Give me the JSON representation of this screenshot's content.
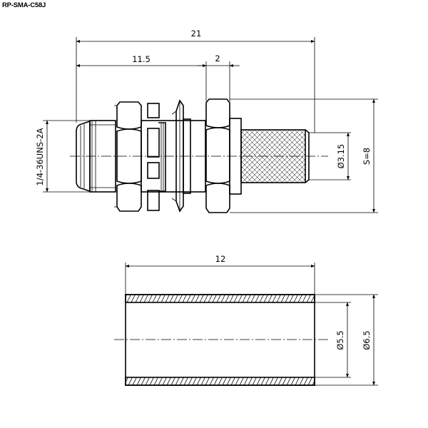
{
  "title": "RP-SMA-C58J",
  "connector_view": {
    "overall_length": "21",
    "body_length": "11.5",
    "nut_width": "2",
    "thread": "1/4-36UNS-2A",
    "crimp_diameter": "Ø3.15",
    "hex_size": "S=8"
  },
  "ferrule_view": {
    "length": "12",
    "inner_diameter": "Ø5.5",
    "outer_diameter": "Ø6.5"
  }
}
